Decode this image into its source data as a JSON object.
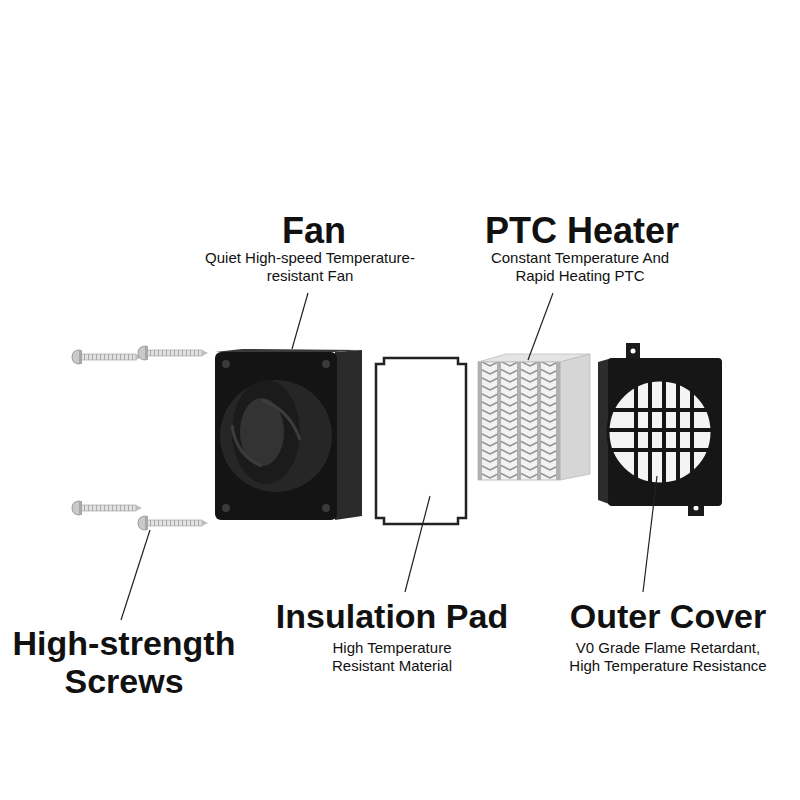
{
  "diagram": {
    "labels": [
      "Fan",
      "Quiet High-speed Temperature-resistant Fan",
      "PTC Heater",
      "Constant Temperature And Rapid Heating PTC",
      "High-strength Screws",
      "Insulation Pad",
      "High Temperature Resistant Material",
      "Outer Cover",
      "V0 Grade Flame Retardant, High Temperature Resistance"
    ]
  }
}
